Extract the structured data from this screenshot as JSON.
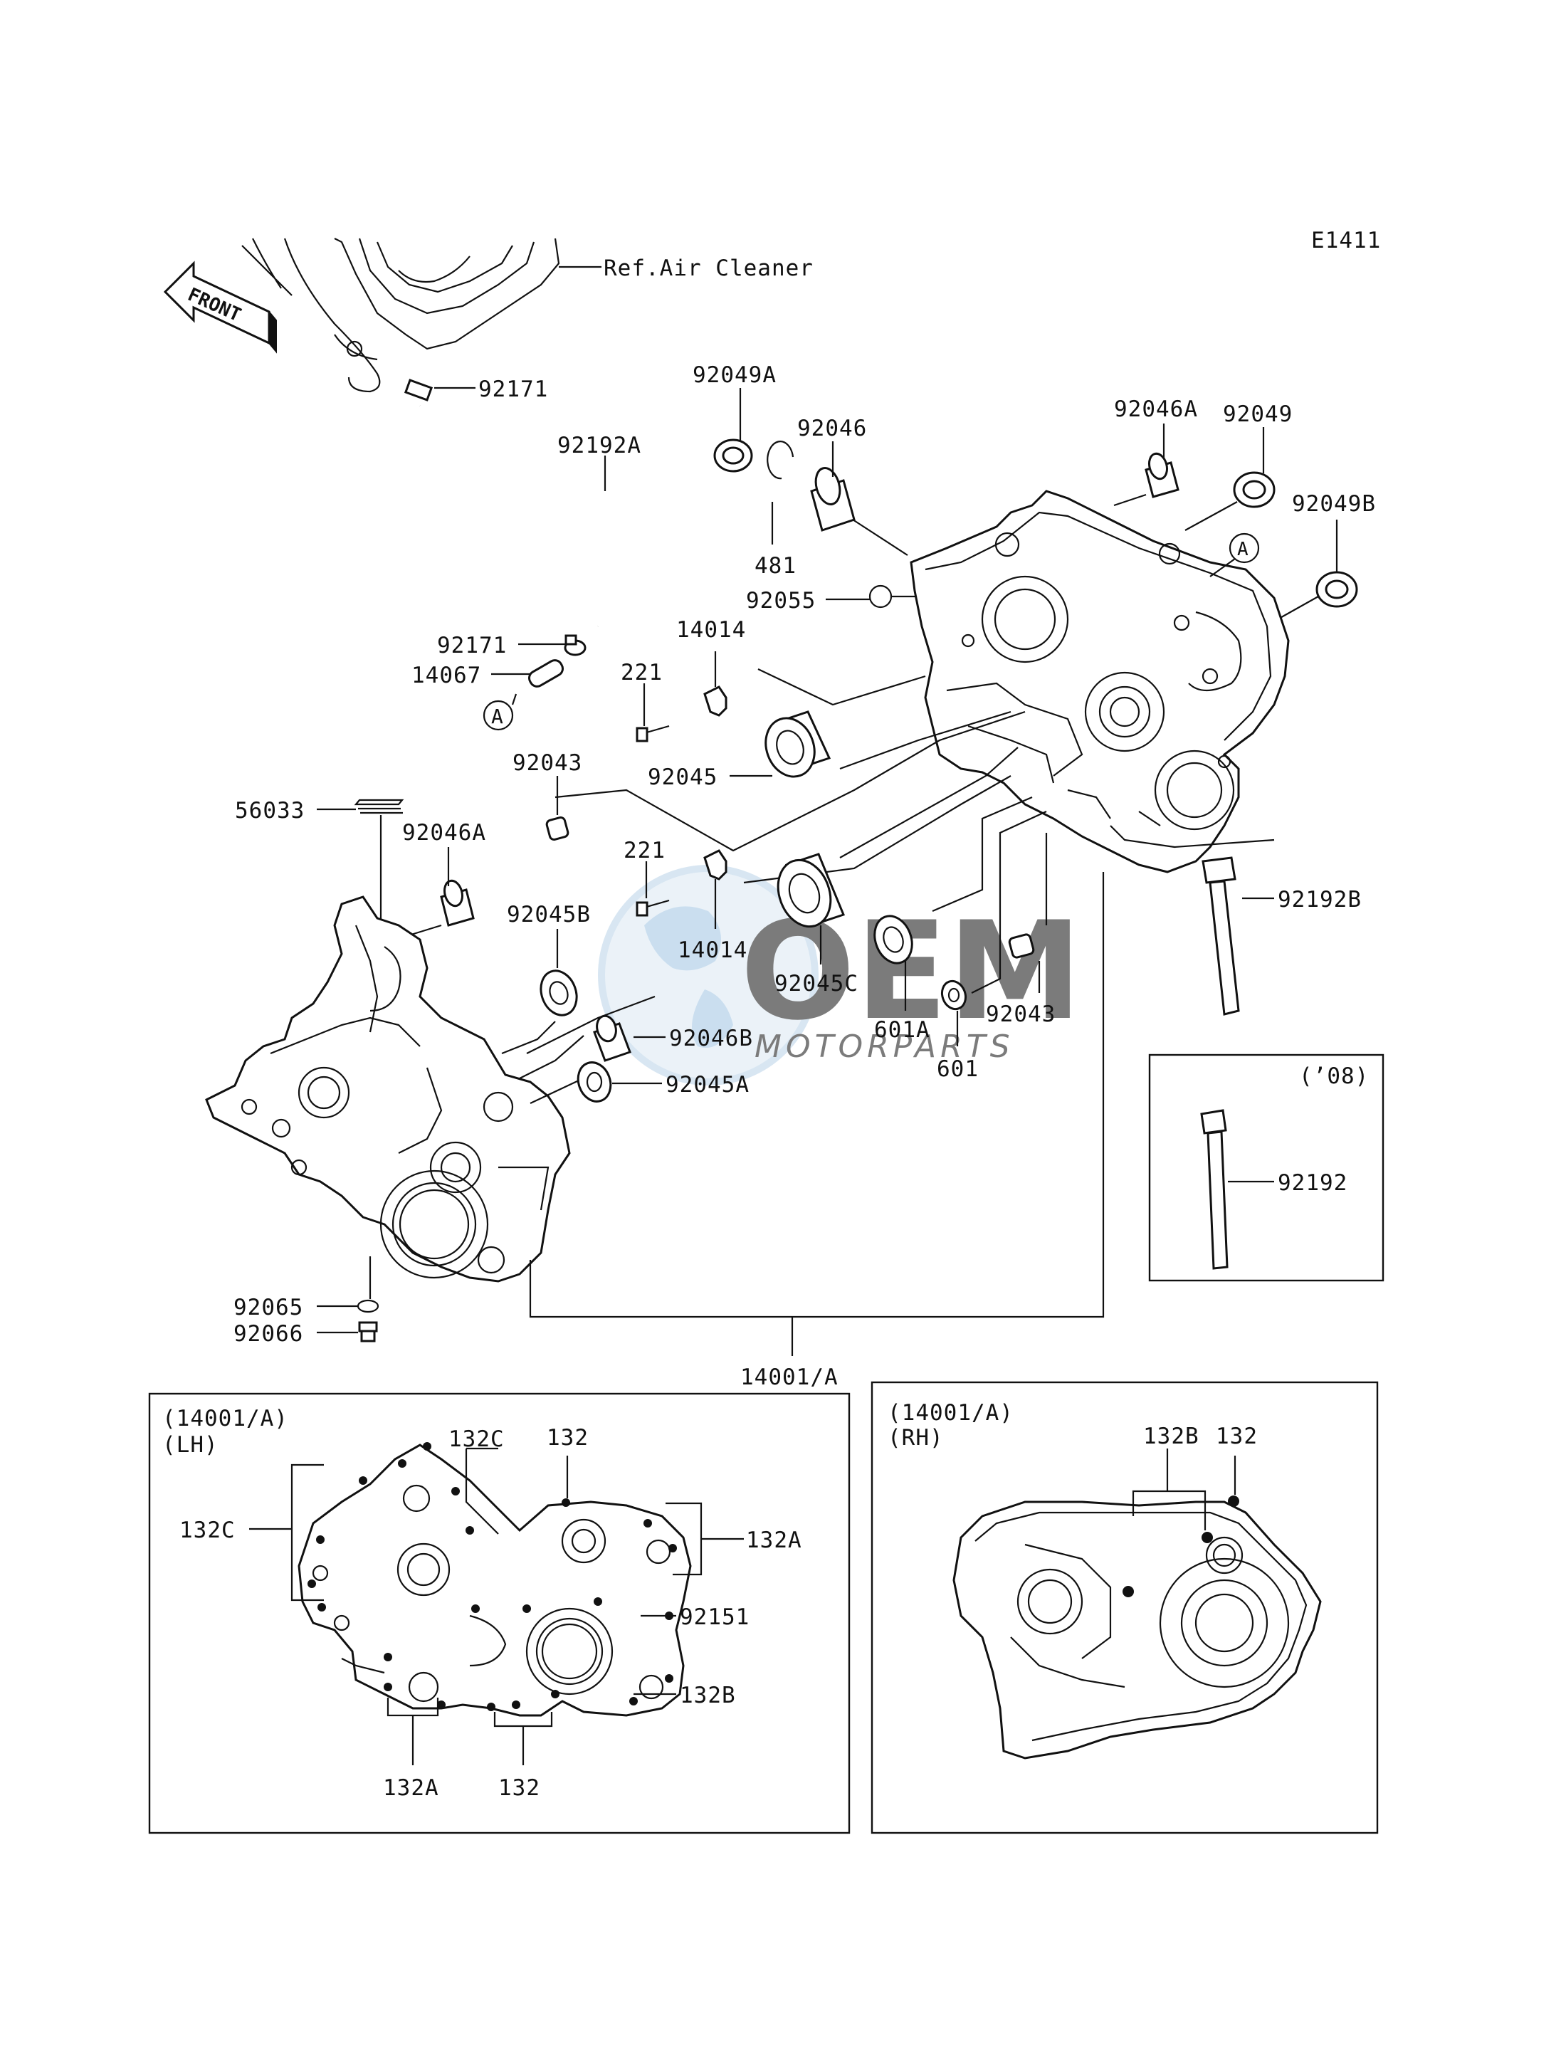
{
  "diagram": {
    "code": "E1411",
    "front_label": "FRONT",
    "reference": "Ref.Air Cleaner",
    "callout_letter": "A",
    "labels": {
      "p92171_top": "92171",
      "p92192A": "92192A",
      "p92049A": "92049A",
      "p92046": "92046",
      "p481": "481",
      "p92055": "92055",
      "p92046A_top": "92046A",
      "p92049": "92049",
      "p92049B": "92049B",
      "p92171_mid": "92171",
      "p14067": "14067",
      "p14014_top": "14014",
      "p221_top": "221",
      "p92045": "92045",
      "p92043_left": "92043",
      "p56033": "56033",
      "p92046A_left": "92046A",
      "p221_mid": "221",
      "p14014_mid": "14014",
      "p92045B": "92045B",
      "p92045C": "92045C",
      "p601A": "601A",
      "p601": "601",
      "p92043_right": "92043",
      "p92046B": "92046B",
      "p92045A": "92045A",
      "p92192B": "92192B",
      "p92065": "92065",
      "p92066": "92066",
      "p14001A": "14001/A"
    },
    "inset_year": {
      "year": "(’08)",
      "part": "92192"
    },
    "inset_lh": {
      "title": "(14001/A)",
      "side": "(LH)",
      "labels": {
        "p132C_top": "132C",
        "p132_top": "132",
        "p132C_left": "132C",
        "p132A_right": "132A",
        "p92151": "92151",
        "p132B": "132B",
        "p132A_bottom": "132A",
        "p132_bottom": "132"
      }
    },
    "inset_rh": {
      "title": "(14001/A)",
      "side": "(RH)",
      "labels": {
        "p132B": "132B",
        "p132": "132"
      }
    }
  },
  "watermark": {
    "brand": "OEM",
    "sub": "MOTORPARTS"
  }
}
